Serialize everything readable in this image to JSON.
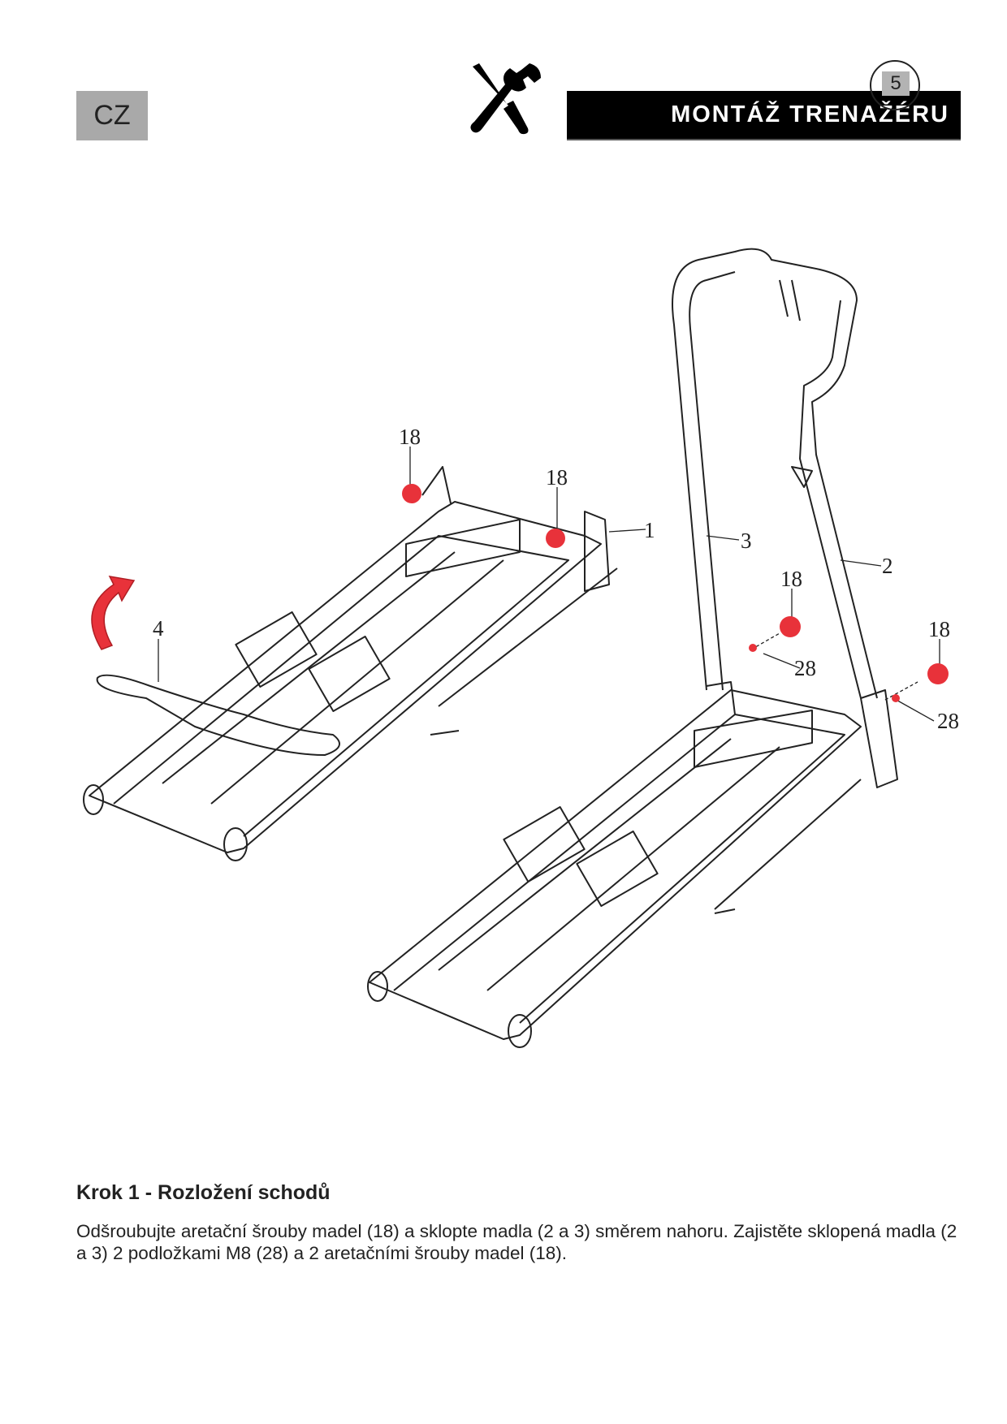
{
  "header": {
    "language": "CZ",
    "section_title": "MONTÁŽ TRENAŽÉRU",
    "page_number": "5",
    "icon": "tools-icon"
  },
  "figure": {
    "part_labels": {
      "screw_a": "18",
      "screw_b": "18",
      "frame": "1",
      "handle_folded": "4",
      "handle_left": "3",
      "handle_right": "2",
      "screw_c": "18",
      "washer_a": "28",
      "screw_d": "18",
      "washer_b": "28"
    },
    "accent_color": "#e8323a"
  },
  "step": {
    "heading": "Krok 1 - Rozložení schodů",
    "text": "Odšroubujte aretační šrouby madel (18) a sklopte madla (2 a 3) směrem nahoru. Zajistěte sklopená madla (2 a 3) 2 podložkami M8 (28) a 2 aretačními šrouby madel (18)."
  }
}
